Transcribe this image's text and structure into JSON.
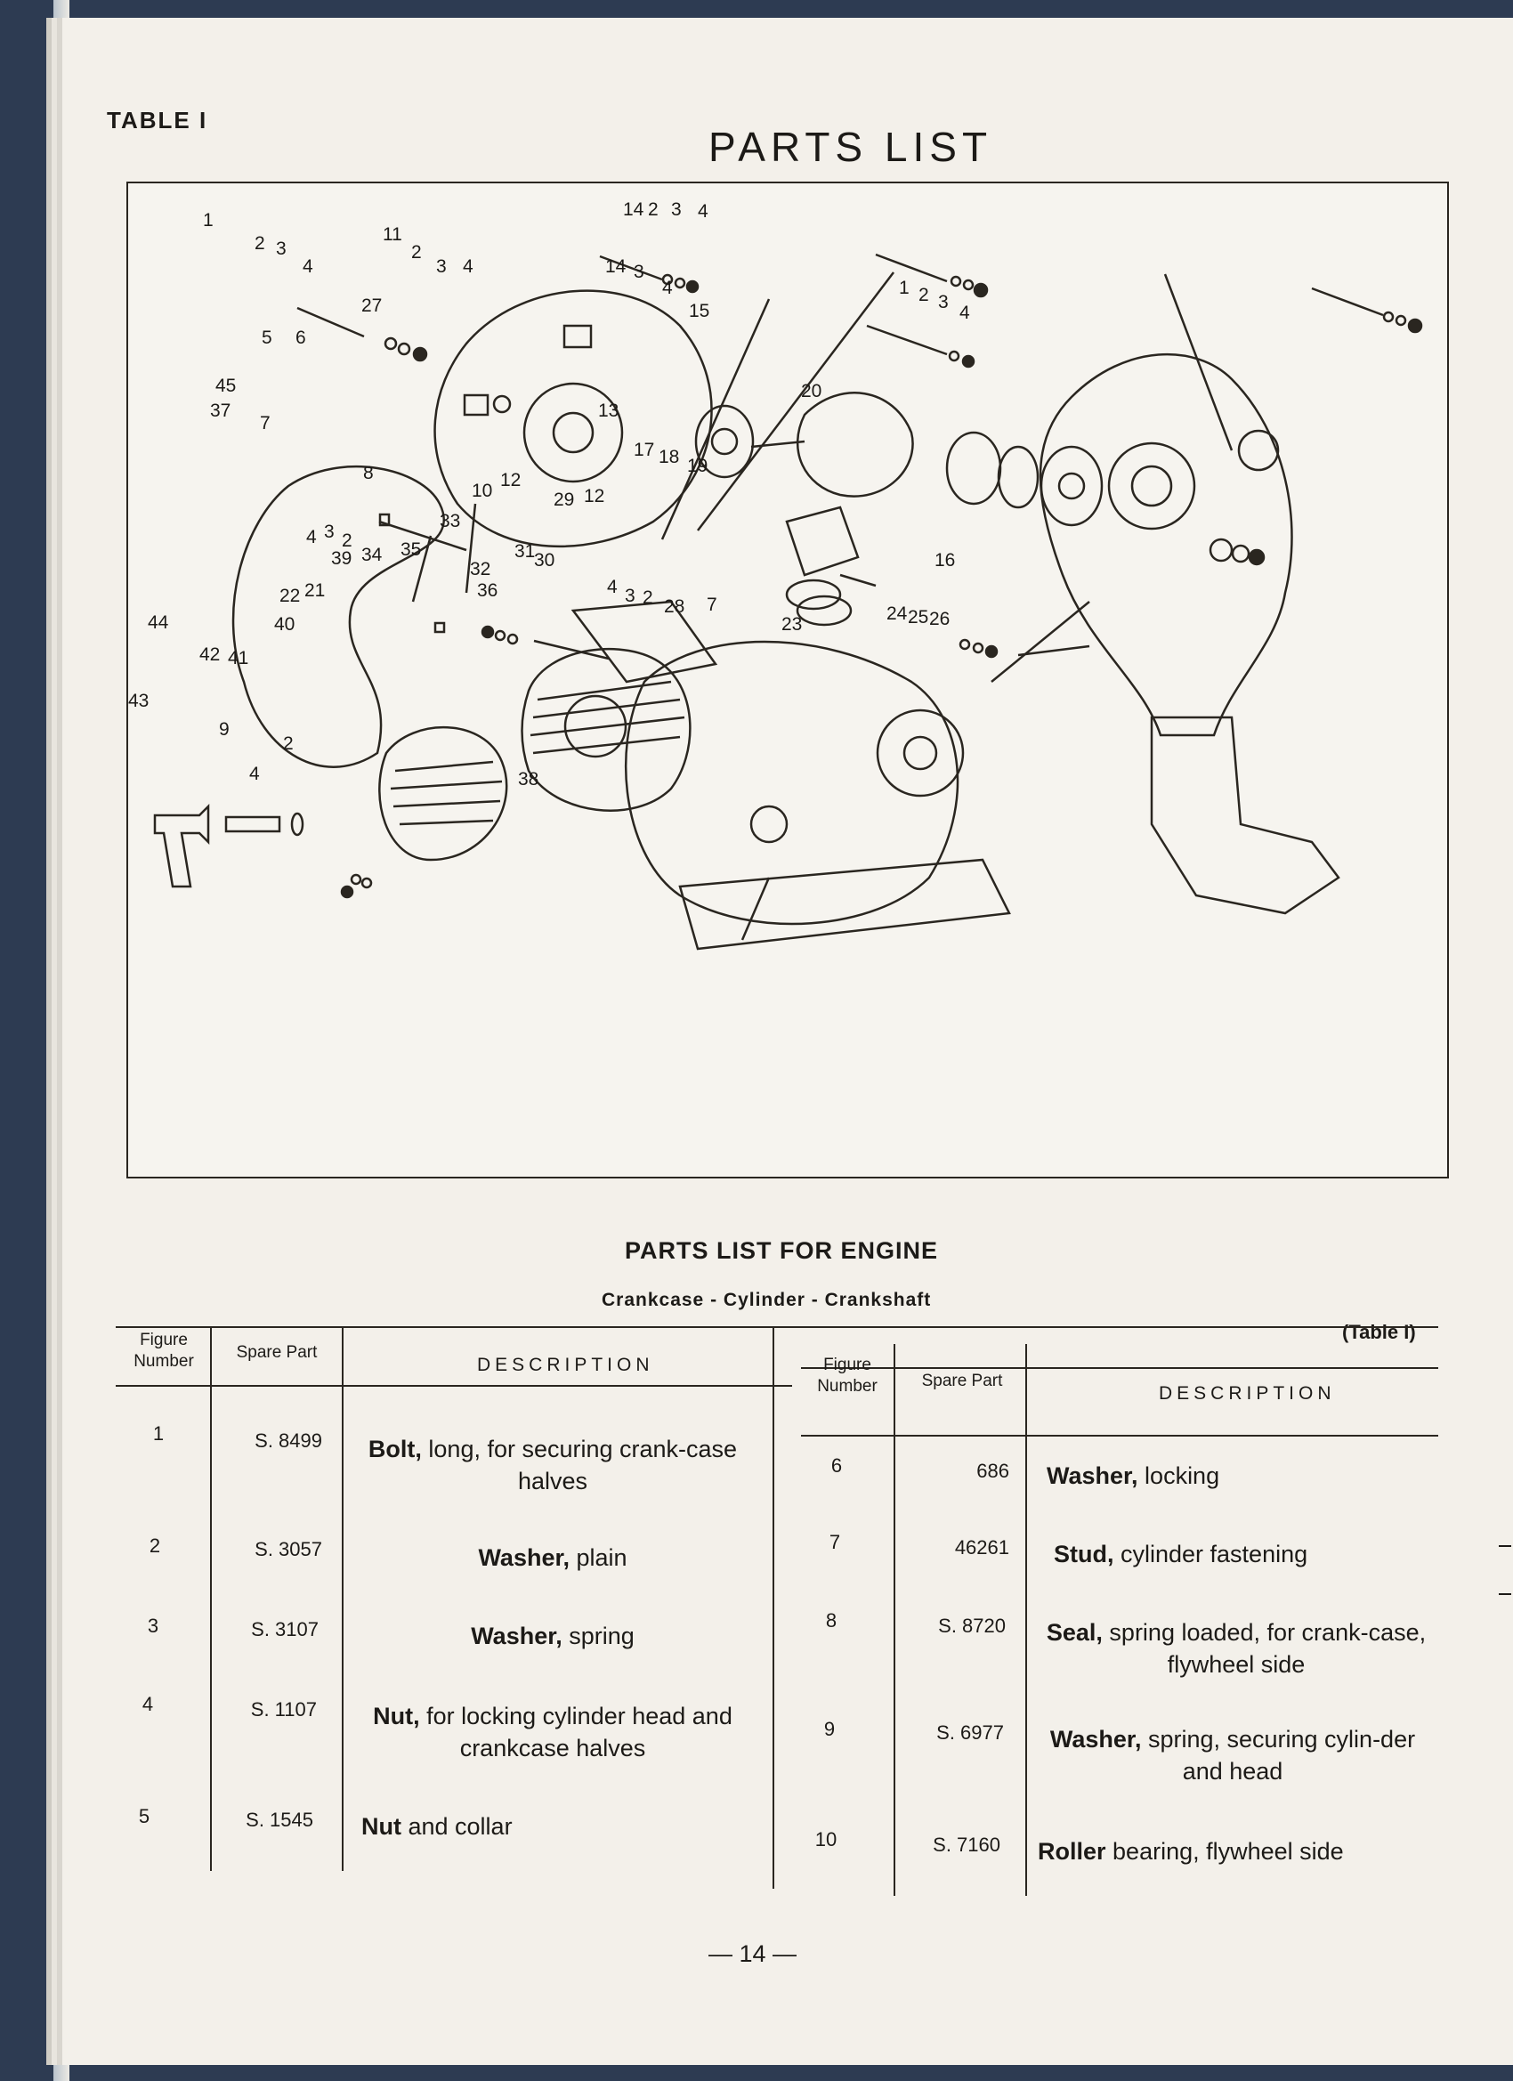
{
  "header": {
    "table_label": "TABLE I",
    "title": "PARTS LIST"
  },
  "figure": {
    "callouts": [
      "1",
      "2",
      "3",
      "4",
      "11",
      "2",
      "3",
      "4",
      "14",
      "2",
      "3",
      "4",
      "14",
      "3",
      "4",
      "1",
      "2",
      "3",
      "4",
      "27",
      "15",
      "5",
      "6",
      "45",
      "37",
      "7",
      "8",
      "13",
      "20",
      "17",
      "18",
      "19",
      "10",
      "12",
      "29",
      "12",
      "4",
      "3",
      "2",
      "35",
      "33",
      "31",
      "30",
      "32",
      "36",
      "34",
      "39",
      "21",
      "22",
      "16",
      "4",
      "3",
      "2",
      "28",
      "7",
      "44",
      "40",
      "41",
      "42",
      "43",
      "23",
      "24",
      "25",
      "26",
      "9",
      "2",
      "4",
      "38"
    ]
  },
  "caption": {
    "title": "PARTS LIST FOR ENGINE",
    "subtitle": "Crankcase - Cylinder - Crankshaft",
    "table_ref": "(Table I)"
  },
  "table": {
    "headers": {
      "figure_number": [
        "Figure",
        "Number"
      ],
      "spare_part": "Spare Part",
      "description": "DESCRIPTION"
    },
    "left_rows": [
      {
        "fig": "1",
        "spare": "S. 8499",
        "bold": "Bolt,",
        "rest": " long, for securing crank-case halves"
      },
      {
        "fig": "2",
        "spare": "S. 3057",
        "bold": "Washer,",
        "rest": " plain"
      },
      {
        "fig": "3",
        "spare": "S. 3107",
        "bold": "Washer,",
        "rest": " spring"
      },
      {
        "fig": "4",
        "spare": "S. 1107",
        "bold": "Nut,",
        "rest": " for locking cylinder head and crankcase halves"
      },
      {
        "fig": "5",
        "spare": "S. 1545",
        "bold": "Nut",
        "rest": " and collar"
      }
    ],
    "right_rows": [
      {
        "fig": "6",
        "spare": "686",
        "bold": "Washer,",
        "rest": " locking"
      },
      {
        "fig": "7",
        "spare": "46261",
        "bold": "Stud,",
        "rest": " cylinder fastening"
      },
      {
        "fig": "8",
        "spare": "S. 8720",
        "bold": "Seal,",
        "rest": " spring loaded, for crank-case, flywheel side"
      },
      {
        "fig": "9",
        "spare": "S. 6977",
        "bold": "Washer,",
        "rest": " spring, securing cylin-der and head"
      },
      {
        "fig": "10",
        "spare": "S. 7160",
        "bold": "Roller",
        "rest": " bearing, flywheel side"
      }
    ]
  },
  "footer": {
    "page_number": "— 14 —"
  }
}
